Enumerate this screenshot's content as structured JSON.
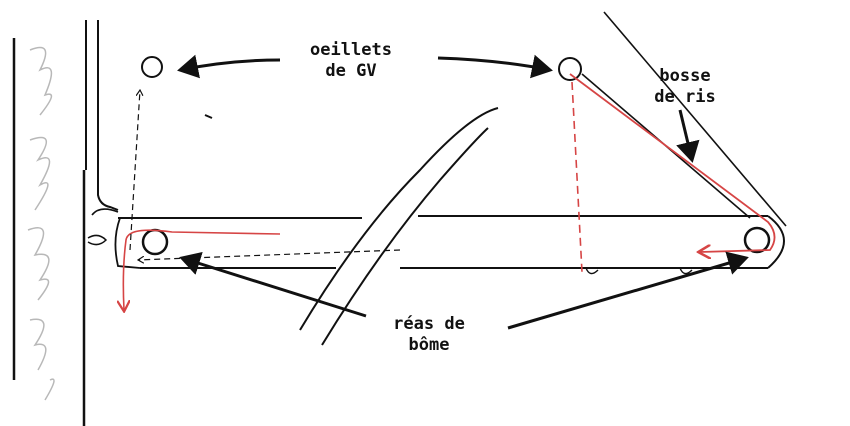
{
  "labels": {
    "oeillets_line1": "oeillets",
    "oeillets_line2": "de GV",
    "bosse_line1": "bosse",
    "bosse_line2": "de ris",
    "reas_line1": "réas de",
    "reas_line2": "bôme"
  },
  "colors": {
    "ink": "#111111",
    "red_line": "#d64545",
    "hatch": "#b8b8b8"
  },
  "icons": [
    "arrow-left-icon",
    "arrow-right-icon",
    "arrow-down-icon",
    "arrow-diagonal-icon"
  ]
}
